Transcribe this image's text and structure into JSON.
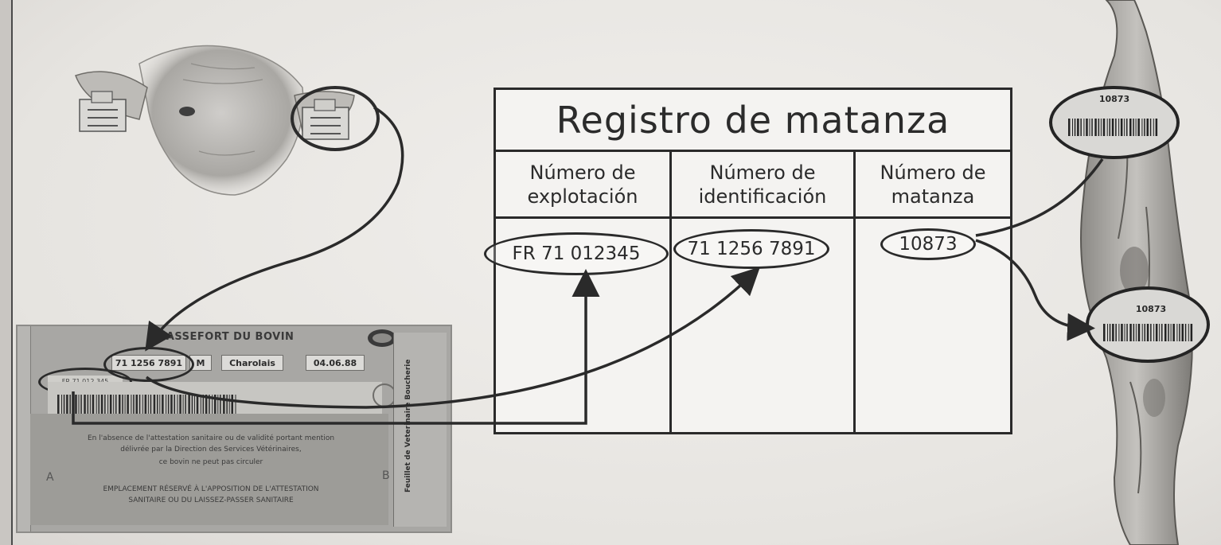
{
  "registro": {
    "title": "Registro de matanza",
    "columns": [
      {
        "header": "Número de\nexplotación",
        "value": "FR 71 012345"
      },
      {
        "header": "Número de\nidentificación",
        "value": "71 1256 7891"
      },
      {
        "header": "Número de\nmatanza",
        "value": "10873"
      }
    ]
  },
  "passport": {
    "title": "PASSEFORT DU BOVIN",
    "id_number": "71 1256 7891",
    "sex": "M",
    "breed": "Charolais",
    "date": "04.06.88",
    "herd_number": "FR 71 012 345",
    "side_text": "Feuillet de Veterinaire Boucherie",
    "letter_a": "A",
    "letter_b": "B",
    "body_line_1": "En l'absence de l'attestation sanitaire ou de validité portant mention",
    "body_line_2": "délivrée par la Direction des Services Vétérinaires,",
    "body_line_3": "ce bovin ne peut pas circuler",
    "body_line_4": "EMPLACEMENT RÉSERVÉ À L'APPOSITION DE L'ATTESTATION",
    "body_line_5": "SANITAIRE OU DU LAISSEZ-PASSER SANITAIRE"
  },
  "carcass_tags": [
    {
      "number": "10873"
    },
    {
      "number": "10873"
    }
  ],
  "colors": {
    "ink": "#2a2a2a",
    "paper": "#f1efec",
    "passport": "#a8a7a4"
  }
}
